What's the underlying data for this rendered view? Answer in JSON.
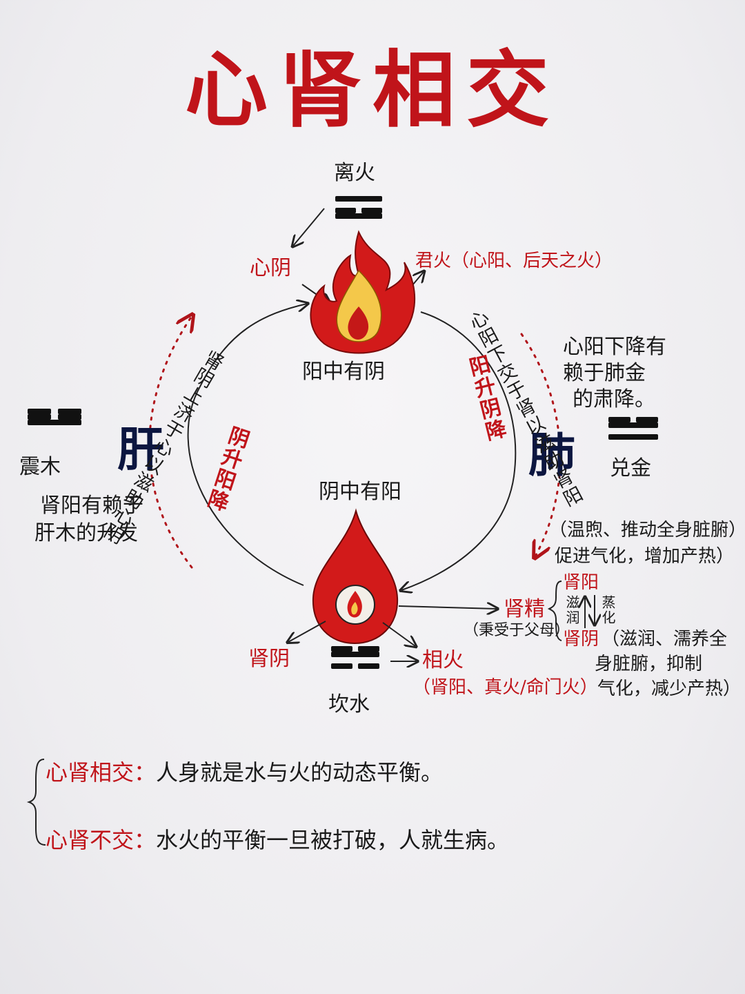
{
  "title": "心肾相交",
  "colors": {
    "title": "#c0141a",
    "accent_red": "#c0141a",
    "organ_blue": "#0c1640",
    "ink": "#1a1a1a",
    "flame_yellow": "#f4c84a"
  },
  "top": {
    "trigram_label": "离火",
    "xin_yin": "心阴",
    "jun_huo": "君火（心阳、后天之火）",
    "yang_zhong_you_yin": "阳中有阴"
  },
  "left": {
    "trigram_label": "震木",
    "organ": "肝",
    "note_line1": "肾阳有赖于",
    "note_line2": "肝木的升发",
    "arc_black": "肾阴上济于心以滋助心阴",
    "arc_red": "阴升阳降"
  },
  "right": {
    "trigram_label": "兑金",
    "organ": "肺",
    "note_line1": "心阳下降有",
    "note_line2": "赖于肺金",
    "note_line3": "的肃降。",
    "arc_black": "心阳下交于肾以滋助肾阳",
    "arc_red": "阳升阴降",
    "effect_line1": "（温煦、推动全身脏腑）",
    "effect_line2": "促进气化，增加产热）"
  },
  "bottom_center": {
    "yin_zhong_you_yang": "阴中有阳",
    "shen_yin": "肾阴",
    "trigram_label": "坎水",
    "xiang_huo": "相火",
    "xiang_huo_detail": "（肾阳、真火/命门火）"
  },
  "kidney_essence": {
    "shen_jing": "肾精",
    "source": "（秉受于父母）",
    "shen_yang": "肾阳",
    "zi_run": "滋润",
    "zheng_hua": "蒸化",
    "shen_yin": "肾阴",
    "yin_effect_line1": "（滋润、濡养全",
    "yin_effect_line2": "身脏腑，抑制",
    "yin_effect_line3": "气化，减少产热）"
  },
  "summary": [
    {
      "term": "心肾相交：",
      "text": "人身就是水与火的动态平衡。"
    },
    {
      "term": "心肾不交：",
      "text": "水火的平衡一旦被打破，人就生病。"
    }
  ]
}
